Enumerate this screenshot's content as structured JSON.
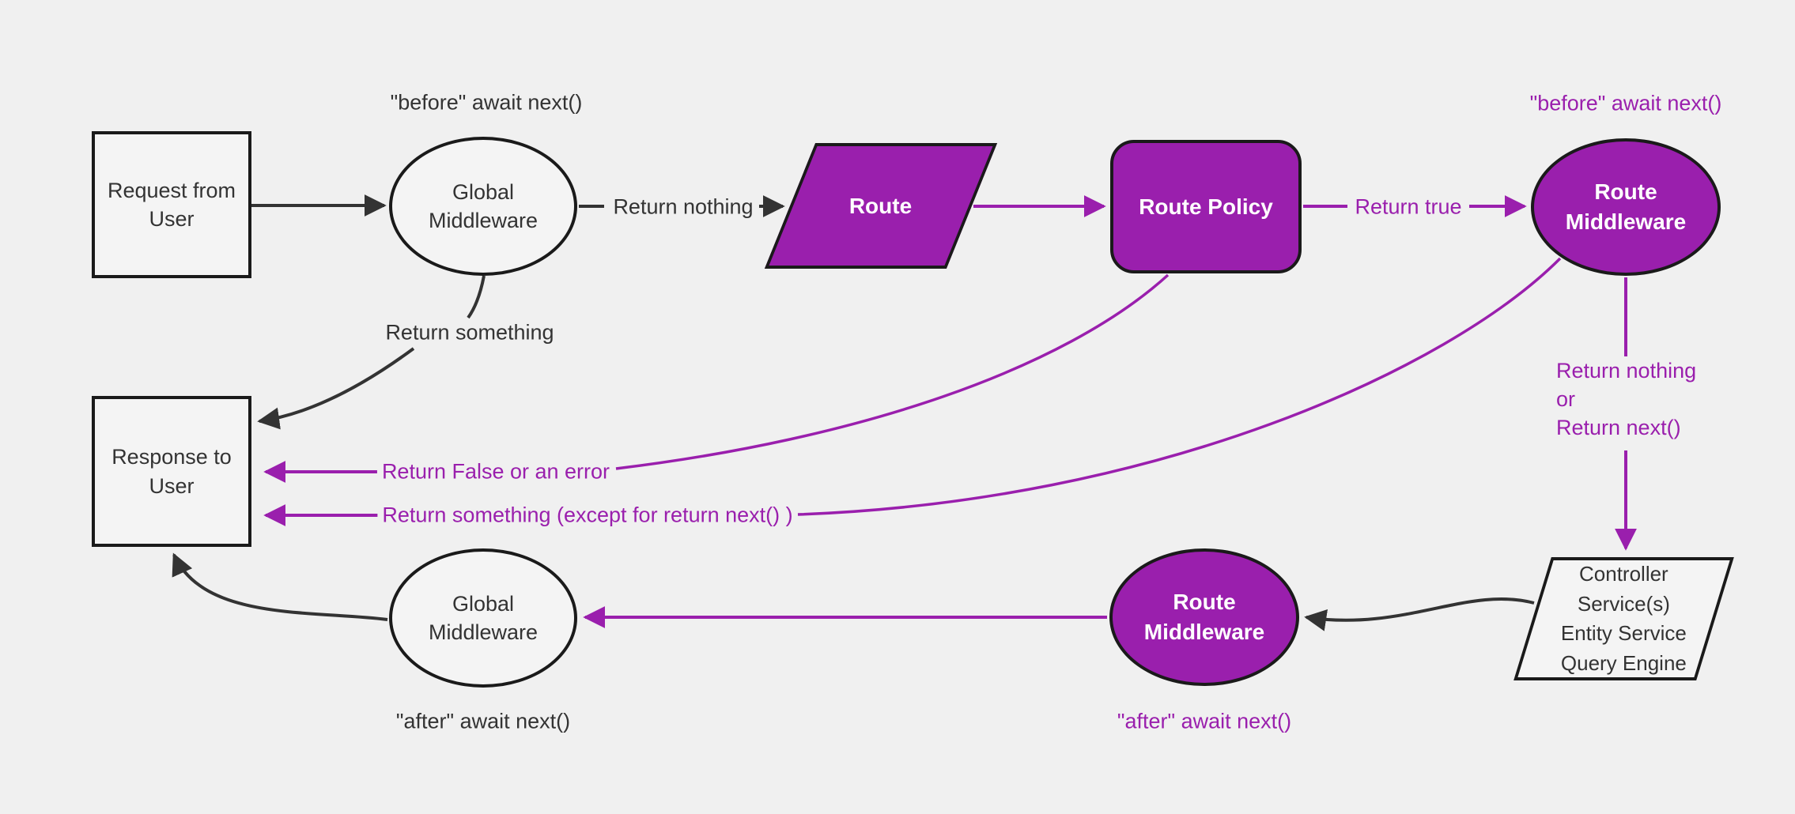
{
  "canvas": {
    "background": "#f0f0f0",
    "purple": "#9a1fad",
    "dark_line": "#333333",
    "node_border": "#1a1a1a"
  },
  "nodes": {
    "request": {
      "label": "Request from User"
    },
    "global_middleware_top": {
      "label": "Global Middleware"
    },
    "route": {
      "label": "Route"
    },
    "route_policy": {
      "label": "Route Policy"
    },
    "route_middleware_top": {
      "label": "Route Middleware"
    },
    "controller": {
      "lines": [
        "Controller",
        "Service(s)",
        "Entity Service",
        "Query Engine"
      ]
    },
    "route_middleware_bottom": {
      "label": "Route Middleware"
    },
    "global_middleware_bottom": {
      "label": "Global Middleware"
    },
    "response": {
      "label": "Response to User"
    }
  },
  "annotations": {
    "before_await_black": "\"before\" await next()",
    "before_await_purple": "\"before\" await next()",
    "after_await_purple": "\"after\" await next()",
    "after_await_black": "\"after\" await next()"
  },
  "edge_labels": {
    "return_nothing_top": "Return nothing",
    "return_true": "Return true",
    "return_nothing_or": [
      "Return nothing",
      "or",
      "Return next()"
    ],
    "return_something": "Return something",
    "return_false": "Return False or an error",
    "return_something_except": "Return something (except for return next() )"
  }
}
